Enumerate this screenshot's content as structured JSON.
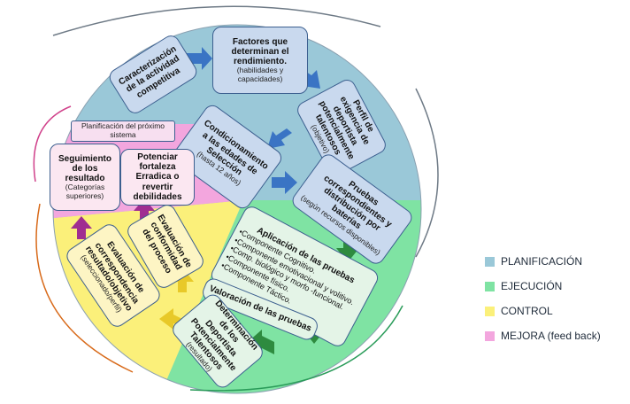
{
  "legend": [
    {
      "label": "PLANIFICACIÓN",
      "color": "#9ac8d8"
    },
    {
      "label": "EJECUCIÓN",
      "color": "#7fe3a3"
    },
    {
      "label": "CONTROL",
      "color": "#fbf07a"
    },
    {
      "label": "MEJORA (feed back)",
      "color": "#f3a6de"
    }
  ],
  "boxes": {
    "caracterizacion": {
      "title": "Caracterización de la actividad competitiva"
    },
    "factores": {
      "title": "Factores que determinan el rendimiento.",
      "sub": "(habilidades y capacidades)"
    },
    "perfil": {
      "title": "Perfil de exigencia de deportista potencialmente talentosos",
      "sub": "(objetivo)"
    },
    "condicionamiento": {
      "title": "Condicionamiento a las edades de Selección",
      "sub": "(hasta 12 años)"
    },
    "pruebas": {
      "title": "Pruebas correspondientes y distribución por baterías",
      "sub": "(según recursos disponibles)"
    },
    "aplicacion": {
      "title": "Aplicación de las pruebas",
      "items": [
        "•Componente Cognitivo.",
        "•Componente emotivacional y volitivo.",
        "•Comp. biológico y morfo -funcional.",
        "•Componente físico.",
        "•Componente Táctico."
      ]
    },
    "valoracion": {
      "title": "Valoración de las pruebas"
    },
    "determinacion": {
      "title": "Determinación de los Deportista Potencialmente Talentosos",
      "sub": "(resultado)"
    },
    "evaluacion_proceso": {
      "title": "Evaluación de conformidad del proceso"
    },
    "evaluacion_resultado": {
      "title": "Evaluación de correspondencia resultado/objetivo",
      "sub": "(seleccionado/perfil)"
    },
    "seguimiento": {
      "title": "Seguimiento de los resultado",
      "sub": "(Categorías superiores)"
    },
    "potenciar": {
      "title": "Potenciar fortaleza Erradica o revertir debilidades"
    },
    "planificacion_proximo": {
      "title": "Planificación del próximo sistema"
    }
  }
}
